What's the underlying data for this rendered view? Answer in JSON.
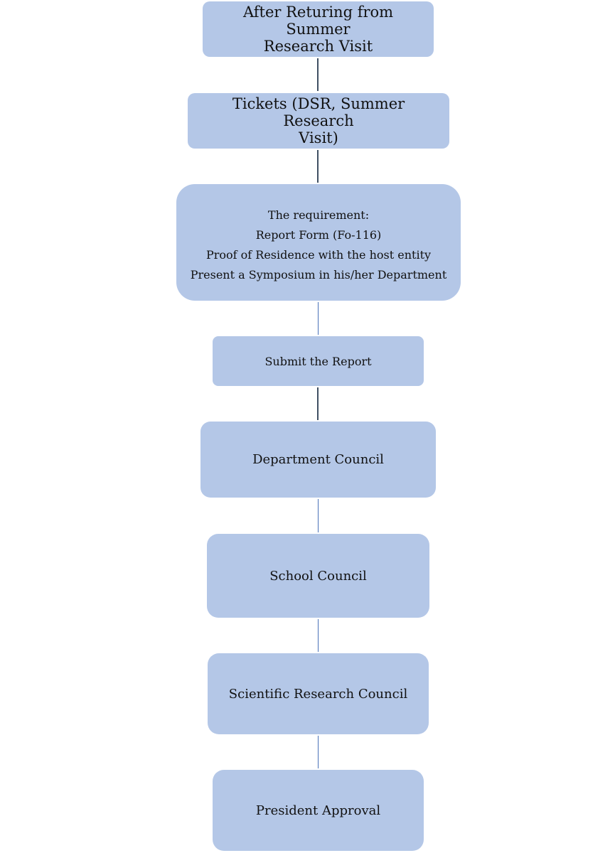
{
  "nodes": [
    {
      "lines": [
        "After Returing from Summer",
        "Research Visit"
      ]
    },
    {
      "lines": [
        "Tickets (DSR, Summer Research",
        "Visit)"
      ]
    },
    {
      "lines": [
        "The requirement:",
        "Report Form (Fo-116)",
        "Proof of Residence with the host entity",
        "Present a Symposium in his/her Department"
      ]
    },
    {
      "lines": [
        "Submit the Report"
      ]
    },
    {
      "lines": [
        "Department Council"
      ]
    },
    {
      "lines": [
        "School Council"
      ]
    },
    {
      "lines": [
        "Scientific Research Council"
      ]
    },
    {
      "lines": [
        "President Approval"
      ]
    }
  ],
  "colors": {
    "node_fill": "#b4c7e7",
    "connector_dark": "#3f4f63",
    "connector_blue": "#4a72b8"
  }
}
